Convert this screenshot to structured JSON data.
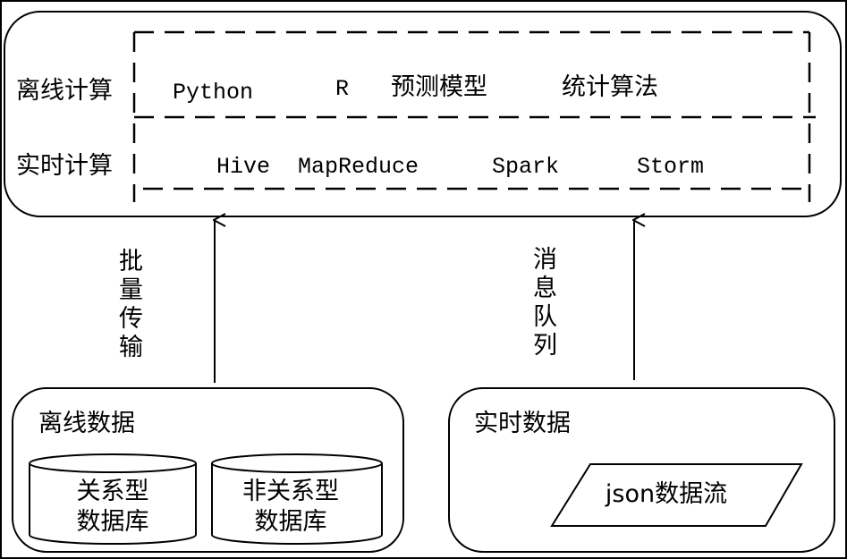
{
  "compute": {
    "offline_label": "离线计算",
    "realtime_label": "实时计算",
    "offline_items": [
      "Python",
      "R",
      "预测模型",
      "统计算法"
    ],
    "realtime_items": [
      "Hive",
      "MapReduce",
      "Spark",
      "Storm"
    ]
  },
  "arrows": {
    "left_label": [
      "批",
      "量",
      "传",
      "输"
    ],
    "right_label": [
      "消",
      "息",
      "队",
      "列"
    ]
  },
  "offline_data": {
    "title": "离线数据",
    "relational_db": [
      "关系型",
      "数据库"
    ],
    "nonrelational_db": [
      "非关系型",
      "数据库"
    ]
  },
  "realtime_data": {
    "title": "实时数据",
    "stream": "json数据流"
  }
}
